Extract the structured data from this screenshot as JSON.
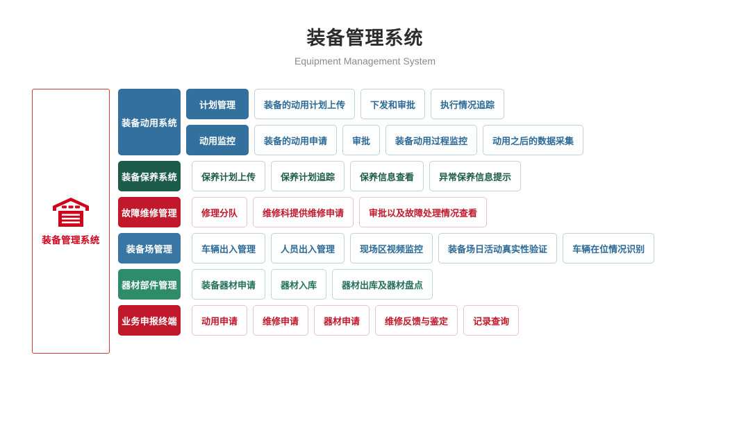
{
  "header": {
    "title": "装备管理系统",
    "subtitle": "Equipment Management System"
  },
  "brand_panel": {
    "icon": "warehouse-icon",
    "label": "装备管理系统",
    "border_color": "#d03a3a",
    "text_color": "#d0021b"
  },
  "groups": [
    {
      "label": "装备动用系统",
      "theme": "blue",
      "accent": "#33709e",
      "subrows": [
        {
          "label": "计划管理",
          "cells": [
            "装备的动用计划上传",
            "下发和审批",
            "执行情况追踪"
          ]
        },
        {
          "label": "动用监控",
          "cells": [
            "装备的动用申请",
            "审批",
            "装备动用过程监控",
            "动用之后的数据采集"
          ]
        }
      ]
    },
    {
      "label": "装备保养系统",
      "theme": "darkgreen",
      "accent": "#1d5b4a",
      "subrows": [
        {
          "label": null,
          "cells": [
            "保养计划上传",
            "保养计划追踪",
            "保养信息查看",
            "异常保养信息提示"
          ]
        }
      ]
    },
    {
      "label": "故障维修管理",
      "theme": "red",
      "accent": "#c2182b",
      "subrows": [
        {
          "label": null,
          "cells": [
            "修理分队",
            "维修科提供维修申请",
            "审批以及故障处理情况查看"
          ]
        }
      ]
    },
    {
      "label": "装备场管理",
      "theme": "midblue",
      "accent": "#3a76a3",
      "subrows": [
        {
          "label": null,
          "cells": [
            "车辆出入管理",
            "人员出入管理",
            "现场区视频监控",
            "装备场日活动真实性验证",
            "车辆在位情况识别"
          ]
        }
      ]
    },
    {
      "label": "器材部件管理",
      "theme": "green",
      "accent": "#2f8c6b",
      "subrows": [
        {
          "label": null,
          "cells": [
            "装备器材申请",
            "器材入库",
            "器材出库及器材盘点"
          ]
        }
      ]
    },
    {
      "label": "业务申报终端",
      "theme": "red",
      "accent": "#c2182b",
      "subrows": [
        {
          "label": null,
          "cells": [
            "动用申请",
            "维修申请",
            "器材申请",
            "维修反馈与鉴定",
            "记录查询"
          ]
        }
      ]
    }
  ]
}
